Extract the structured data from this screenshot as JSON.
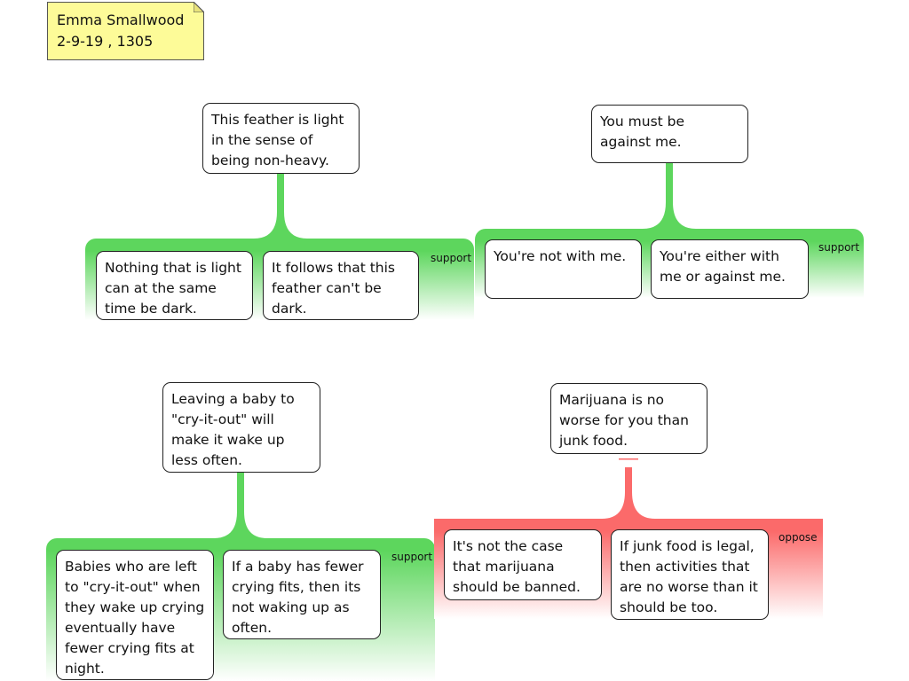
{
  "note": {
    "lines": [
      "Emma Smallwood",
      "2-9-19 , 1305"
    ]
  },
  "maps": [
    {
      "type": "support",
      "color": "#5dd65d",
      "label": "support",
      "claim": "This feather is light in the sense of being non-heavy.",
      "premises": [
        "Nothing that is light can at the same time be dark.",
        "It follows that this feather can't be dark."
      ]
    },
    {
      "type": "support",
      "color": "#5dd65d",
      "label": "support",
      "claim": "You must be against me.",
      "premises": [
        "You're not with me.",
        "You're either with me or against me."
      ]
    },
    {
      "type": "support",
      "color": "#5dd65d",
      "label": "support",
      "claim": "Leaving a baby to \"cry-it-out\" will make it wake up less often.",
      "premises": [
        "Babies who are left to \"cry-it-out\" when they wake up crying eventually have fewer crying fits at night.",
        "If a baby has fewer crying fits, then its not waking up as often."
      ]
    },
    {
      "type": "oppose",
      "color": "#fb6a6a",
      "label": "oppose",
      "claim": "Marijuana is no worse for you than junk food.",
      "premises": [
        "It's not the case that marijuana should be banned.",
        "If junk food is legal, then activities that are no worse than it should be too."
      ]
    }
  ]
}
